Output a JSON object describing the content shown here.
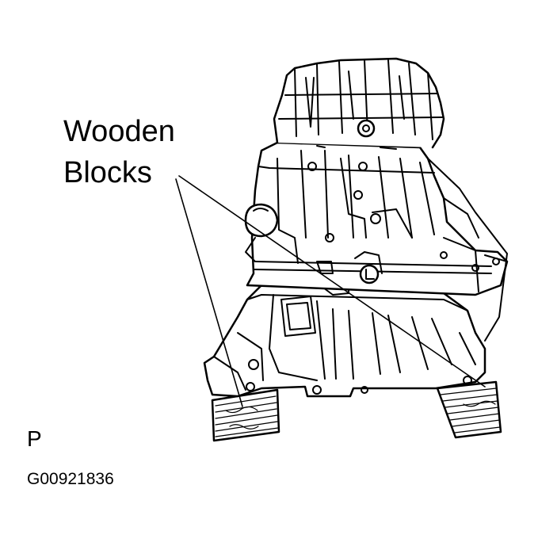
{
  "callout": {
    "line1": "Wooden",
    "line2": "Blocks"
  },
  "view_mark": "P",
  "figure_code": "G00921836",
  "colors": {
    "ink": "#000000",
    "background": "#ffffff"
  }
}
